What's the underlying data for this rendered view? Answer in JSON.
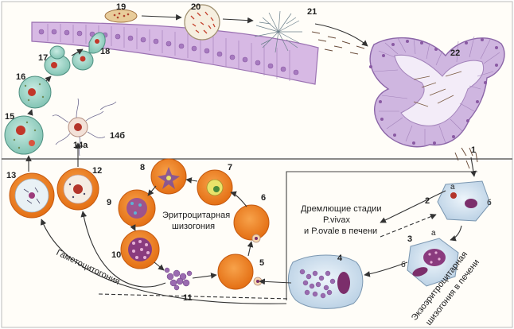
{
  "numbers": {
    "n1": "1",
    "n2": "2",
    "n3": "3",
    "n4": "4",
    "n5": "5",
    "n6": "6",
    "n7": "7",
    "n8": "8",
    "n9": "9",
    "n10": "10",
    "n11": "11",
    "n12": "12",
    "n13": "13",
    "n14a": "14а",
    "n14b": "14б",
    "n15": "15",
    "n16": "16",
    "n17": "17",
    "n18": "18",
    "n19": "19",
    "n20": "20",
    "n21": "21",
    "n22": "22"
  },
  "letters": {
    "a_top": "а",
    "b_top": "б",
    "a_mid": "а",
    "b_mid": "б"
  },
  "labels": {
    "erythro_line1": "Эритроцитарная",
    "erythro_line2": "шизогония",
    "dormant_line1": "Дремлющие стадии",
    "dormant_line2": "P.vivax",
    "dormant_line3": "и P.ovale в печени",
    "gameto": "Гаметоцитогония",
    "exo_line1": "Экзоэритроцитарная",
    "exo_line2": "шизогония  в  печени"
  },
  "colors": {
    "rbc": "#f08a2a",
    "rbc_dark": "#d96a12",
    "mosquito_wall": "#c7a3d6",
    "mosquito_cell": "#b58bc9",
    "nucleus": "#8a4fa6",
    "cyst": "#9fd2c6",
    "liver_cell": "#d6e4f0",
    "parasite": "#7b2e6b"
  }
}
